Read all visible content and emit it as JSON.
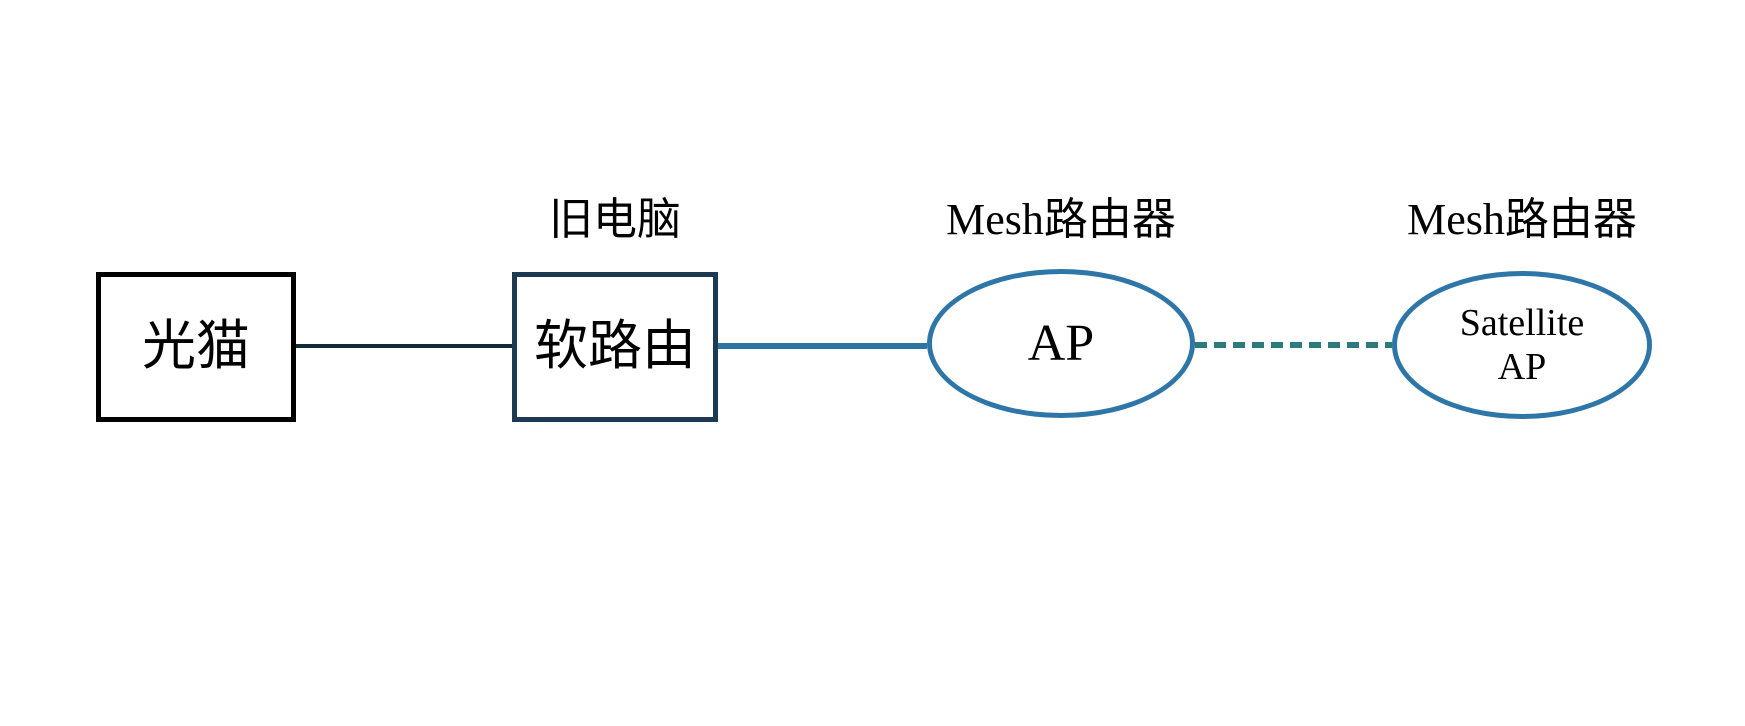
{
  "diagram": {
    "background_color": "#ffffff",
    "text_color": "#000000",
    "nodes": {
      "modem": {
        "shape": "rectangle",
        "label": "光猫",
        "border_color": "#000000"
      },
      "soft_router": {
        "shape": "rectangle",
        "label": "软路由",
        "top_label": "旧电脑",
        "border_color": "#1c3a52"
      },
      "ap": {
        "shape": "ellipse",
        "label": "AP",
        "top_label": "Mesh路由器",
        "border_color": "#2e76a8"
      },
      "satellite_ap": {
        "shape": "ellipse",
        "label_line1": "Satellite",
        "label_line2": "AP",
        "top_label": "Mesh路由器",
        "border_color": "#2e76a8"
      }
    },
    "edges": {
      "modem_to_soft_router": {
        "style": "solid",
        "color": "#0e2c38"
      },
      "soft_router_to_ap": {
        "style": "solid",
        "color": "#2e75a2"
      },
      "ap_to_satellite_ap": {
        "style": "dashed",
        "color": "#2b7b7d"
      }
    }
  }
}
